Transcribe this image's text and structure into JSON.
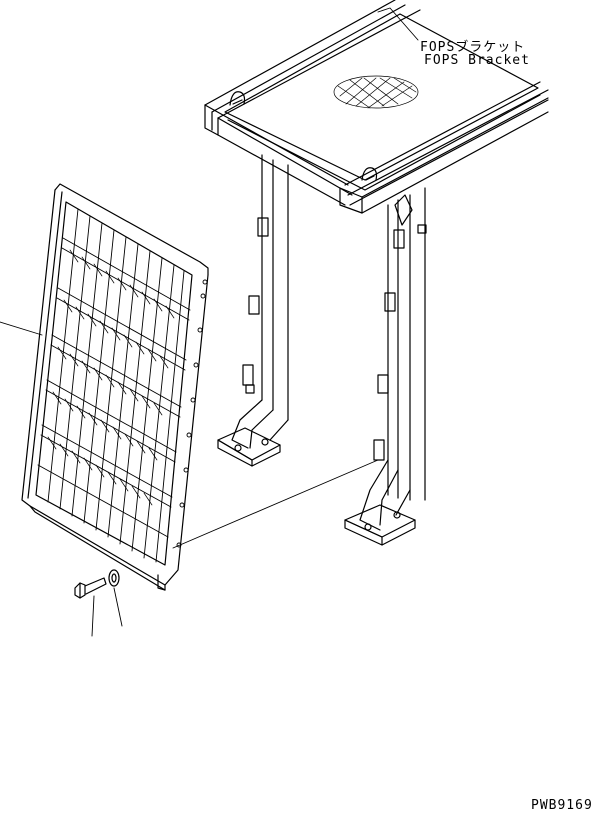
{
  "callouts": {
    "bracket_jp": "FOPSブラケット",
    "bracket_en": "FOPS Bracket"
  },
  "drawing_code": "PWB9169",
  "colors": {
    "line": "#000000",
    "paper": "#ffffff"
  }
}
